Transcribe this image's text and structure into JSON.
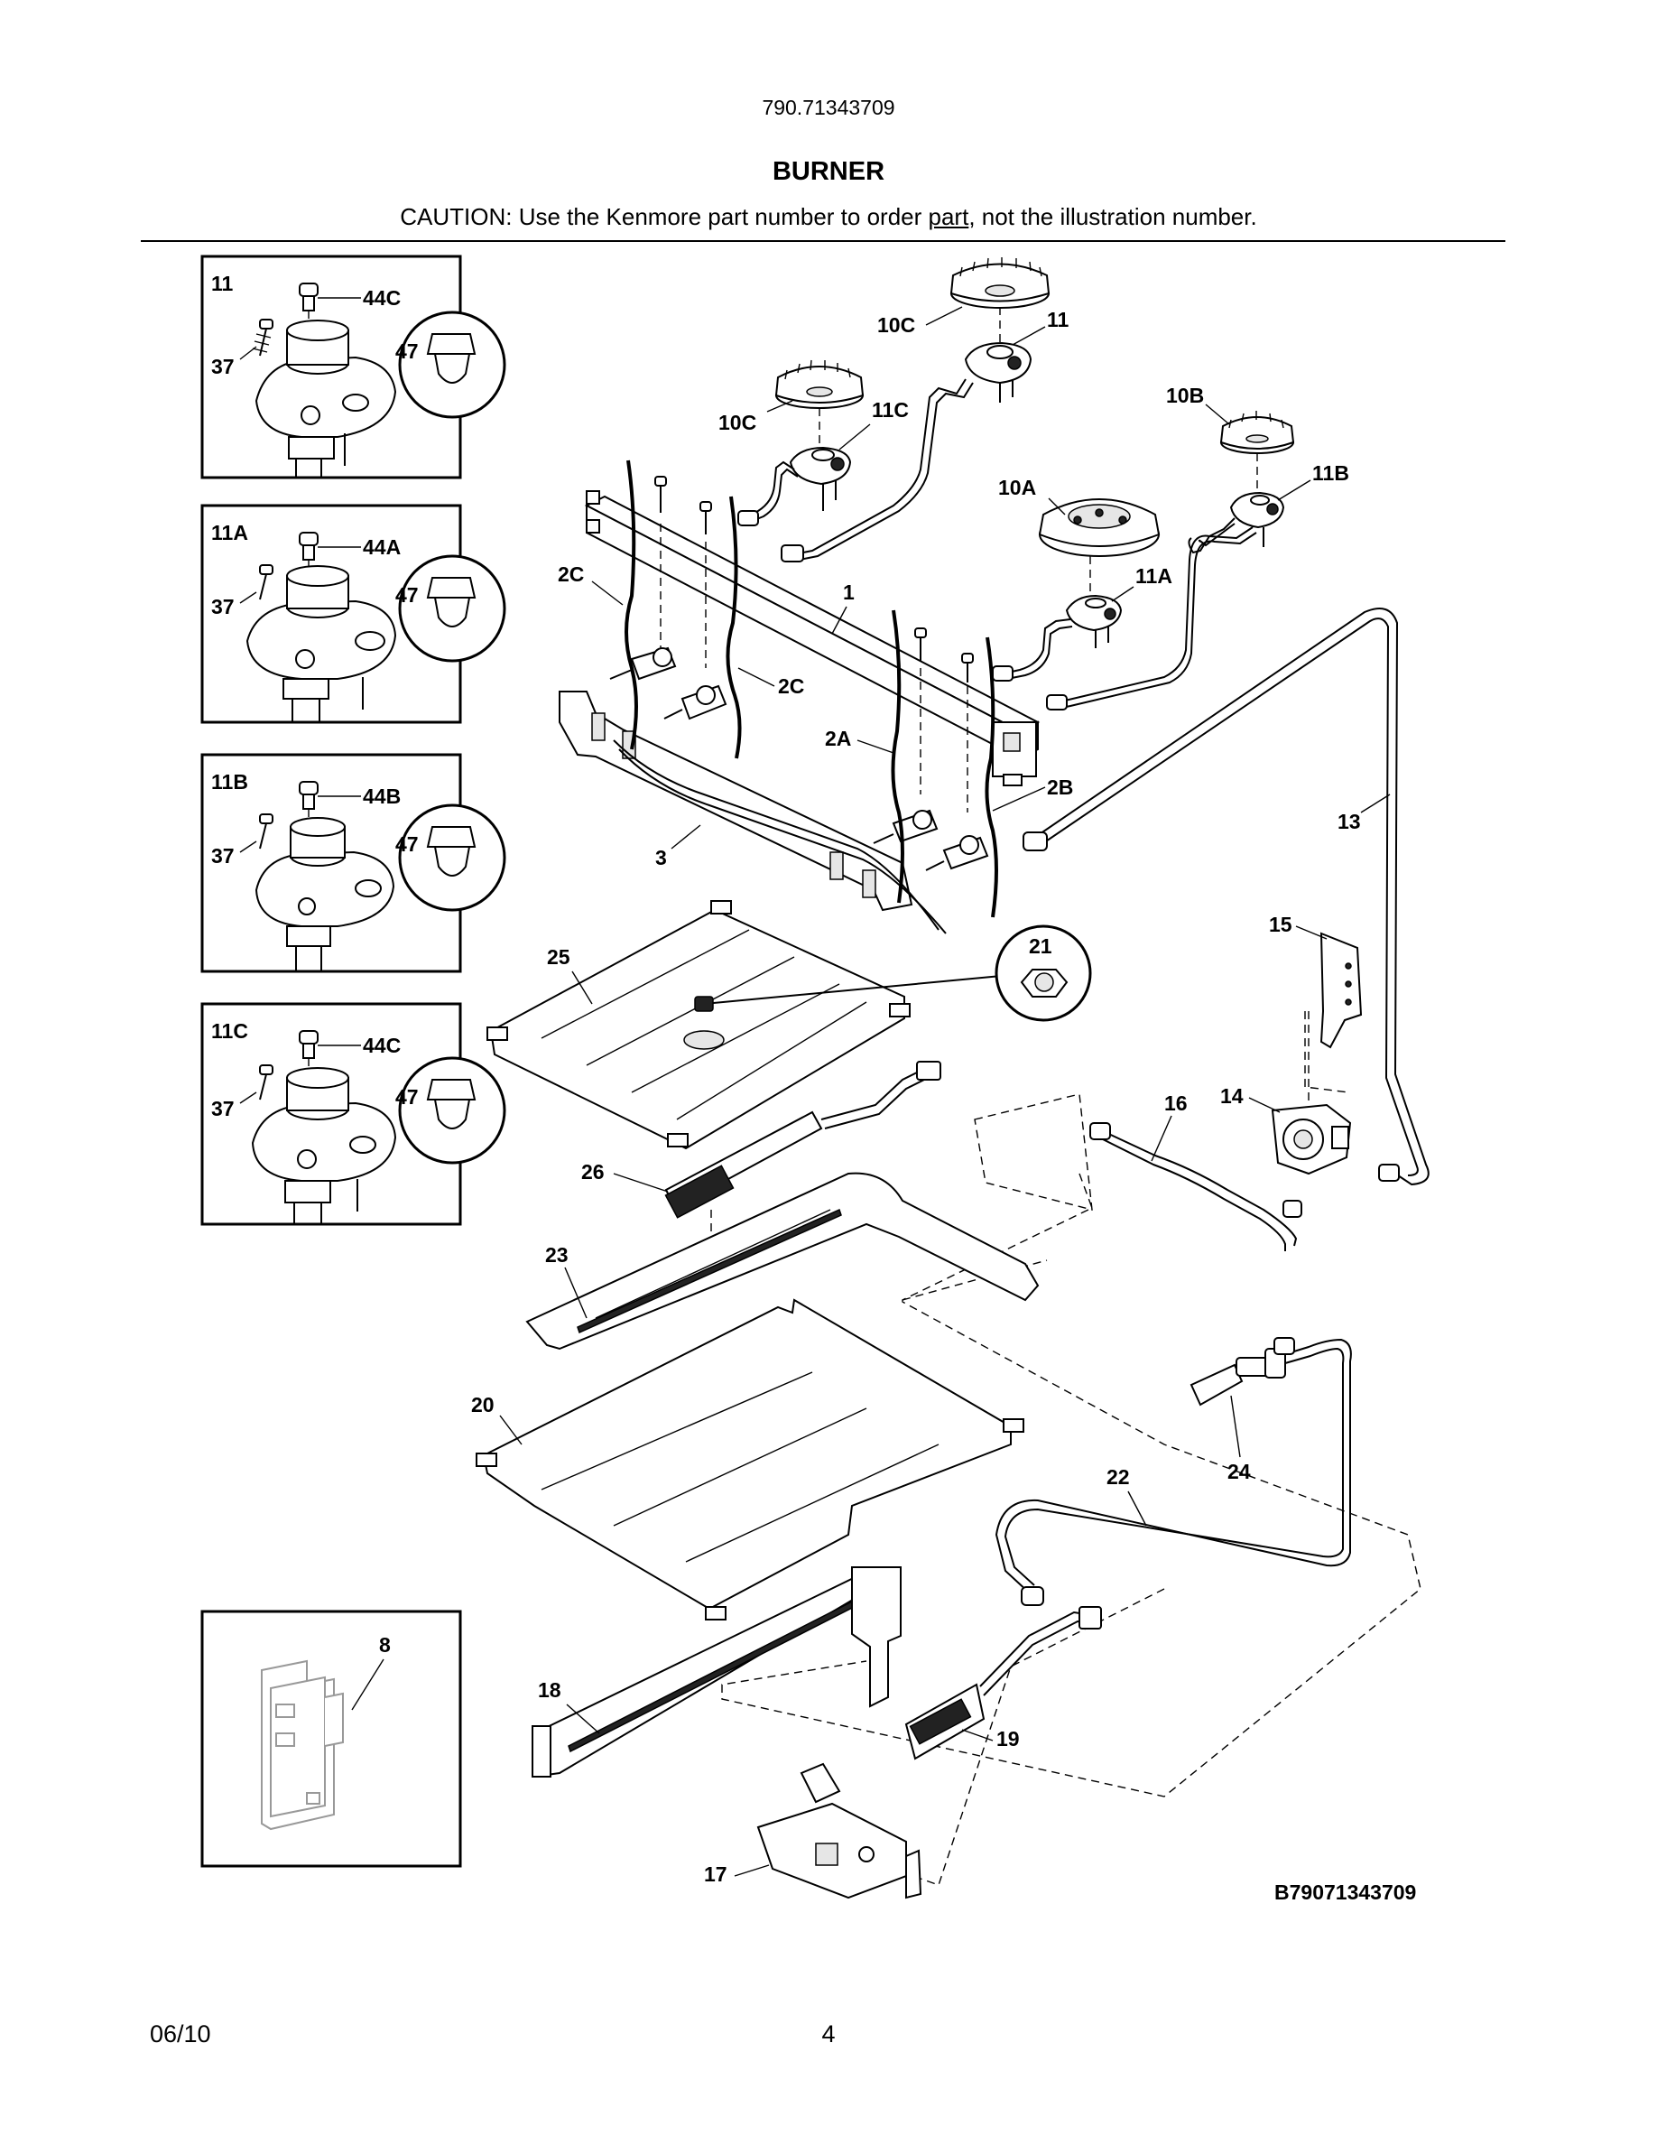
{
  "header": {
    "model_number": "790.71343709",
    "title": "BURNER",
    "caution_prefix": "CAUTION: Use the Kenmore part number to order ",
    "caution_link": "part",
    "caution_suffix": ", not the illustration number."
  },
  "footer": {
    "date": "06/10",
    "page_number": "4"
  },
  "figure_code": "B79071343709",
  "insets": [
    {
      "title": "11",
      "screw": "44C",
      "fastener": "37",
      "orifice": "47"
    },
    {
      "title": "11A",
      "screw": "44A",
      "fastener": "37",
      "orifice": "47"
    },
    {
      "title": "11B",
      "screw": "44B",
      "fastener": "37",
      "orifice": "47"
    },
    {
      "title": "11C",
      "screw": "44C",
      "fastener": "37",
      "orifice": "47"
    }
  ],
  "inset_8": {
    "label": "8"
  },
  "callouts": {
    "c10C_top": "10C",
    "c11_top": "11",
    "c10C_left": "10C",
    "c11C": "11C",
    "c10B": "10B",
    "c11B": "11B",
    "c10A": "10A",
    "c11A": "11A",
    "c2C_top": "2C",
    "c1": "1",
    "c2C_bottom": "2C",
    "c2A": "2A",
    "c2B": "2B",
    "c13": "13",
    "c3": "3",
    "c15": "15",
    "c25": "25",
    "c21": "21",
    "c16": "16",
    "c14": "14",
    "c26": "26",
    "c23": "23",
    "c20": "20",
    "c24": "24",
    "c22": "22",
    "c18": "18",
    "c19": "19",
    "c17": "17"
  }
}
